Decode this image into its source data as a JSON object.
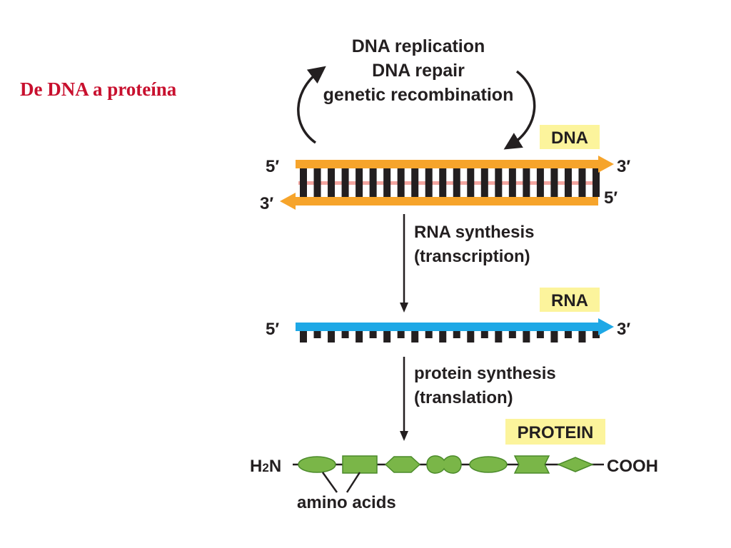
{
  "slide": {
    "title": "De DNA a proteína"
  },
  "top_loop": {
    "lines": [
      "DNA replication",
      "DNA repair",
      "genetic recombination"
    ]
  },
  "dna": {
    "tag": "DNA",
    "top_left_end": "5′",
    "top_right_end": "3′",
    "bottom_left_end": "3′",
    "bottom_right_end": "5′"
  },
  "step1": {
    "line1": "RNA synthesis",
    "line2": "(transcription)"
  },
  "rna": {
    "tag": "RNA",
    "left_end": "5′",
    "right_end": "3′"
  },
  "step2": {
    "line1": "protein synthesis",
    "line2": "(translation)"
  },
  "protein": {
    "tag": "PROTEIN",
    "n_terminus": "H",
    "n_terminus_sub": "2",
    "n_terminus_rest": "N",
    "c_terminus": "COOH",
    "residue_label": "amino acids",
    "residue_shapes": [
      "ellipse",
      "rectangle",
      "hexagon",
      "peanut",
      "ellipse",
      "bowtie",
      "diamond"
    ]
  },
  "colors": {
    "title": "#c8102e",
    "dna_strand": "#f6a42b",
    "dna_bonds": "#f4a6a1",
    "rna_strand": "#1ea8e6",
    "label_box": "#fcf49c",
    "amino_acid": "#7ab648",
    "amino_acid_edge": "#4b8a2a",
    "ink": "#231f20"
  },
  "icons": {
    "cycle": "curved-arrows-icon",
    "flow": "down-arrow-icon"
  }
}
